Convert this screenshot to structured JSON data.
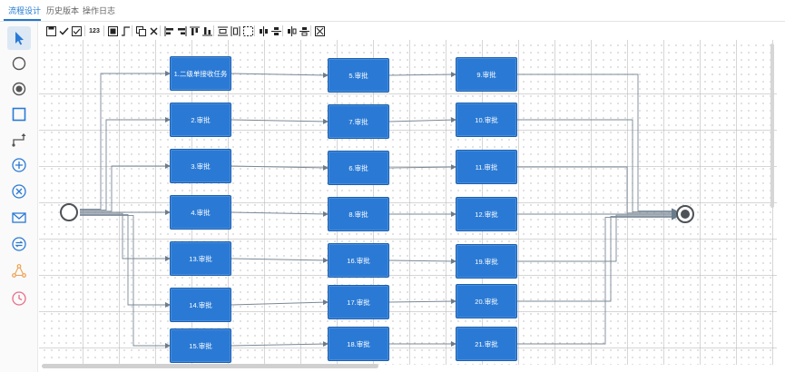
{
  "tabs": [
    {
      "label": "流程设计",
      "active": true
    },
    {
      "label": "历史版本",
      "active": false
    },
    {
      "label": "操作日志",
      "active": false
    }
  ],
  "palette": [
    {
      "icon": "pointer-icon",
      "selected": true
    },
    {
      "icon": "start-event-icon"
    },
    {
      "icon": "end-event-icon"
    },
    {
      "icon": "task-icon"
    },
    {
      "icon": "connection-icon"
    },
    {
      "icon": "parallel-gateway-icon"
    },
    {
      "icon": "exclusive-gateway-icon"
    },
    {
      "icon": "message-event-icon"
    },
    {
      "icon": "inclusive-gateway-icon"
    },
    {
      "icon": "subprocess-icon"
    },
    {
      "icon": "timer-event-icon"
    }
  ],
  "toolbar": {
    "number_label": "123",
    "buttons": [
      "save-icon",
      "check-icon",
      "validate-icon",
      "number-icon",
      "fill-icon",
      "route-icon",
      "copy-icon",
      "delete-icon",
      "align-left-icon",
      "align-right-icon",
      "align-top-icon",
      "align-bottom-icon",
      "distribute-h-icon",
      "distribute-v-icon",
      "select-icon",
      "center-h-icon",
      "center-v-icon",
      "flip-h-icon",
      "flip-v-icon",
      "fit-icon"
    ]
  },
  "colors": {
    "accent": "#1f78d1",
    "node_fill": "#2a7ad5",
    "wire": "#6b7c8c",
    "event_stroke": "#4d5258"
  },
  "flow": {
    "start_label": "",
    "end_label": "",
    "nodes": [
      {
        "id": "n1",
        "label": "1.二级单接收任务"
      },
      {
        "id": "n2",
        "label": "2.审批"
      },
      {
        "id": "n3",
        "label": "3.审批"
      },
      {
        "id": "n4",
        "label": "4.审批"
      },
      {
        "id": "n13",
        "label": "13.审批"
      },
      {
        "id": "n14",
        "label": "14.审批"
      },
      {
        "id": "n15",
        "label": "15.审批"
      },
      {
        "id": "n5",
        "label": "5.审批"
      },
      {
        "id": "n7",
        "label": "7.审批"
      },
      {
        "id": "n6",
        "label": "6.审批"
      },
      {
        "id": "n8",
        "label": "8.审批"
      },
      {
        "id": "n16",
        "label": "16.审批"
      },
      {
        "id": "n17",
        "label": "17.审批"
      },
      {
        "id": "n18",
        "label": "18.审批"
      },
      {
        "id": "n9",
        "label": "9.审批"
      },
      {
        "id": "n10",
        "label": "10.审批"
      },
      {
        "id": "n11",
        "label": "11.审批"
      },
      {
        "id": "n12",
        "label": "12.审批"
      },
      {
        "id": "n19",
        "label": "19.审批"
      },
      {
        "id": "n20",
        "label": "20.审批"
      },
      {
        "id": "n21",
        "label": "21.审批"
      }
    ]
  }
}
